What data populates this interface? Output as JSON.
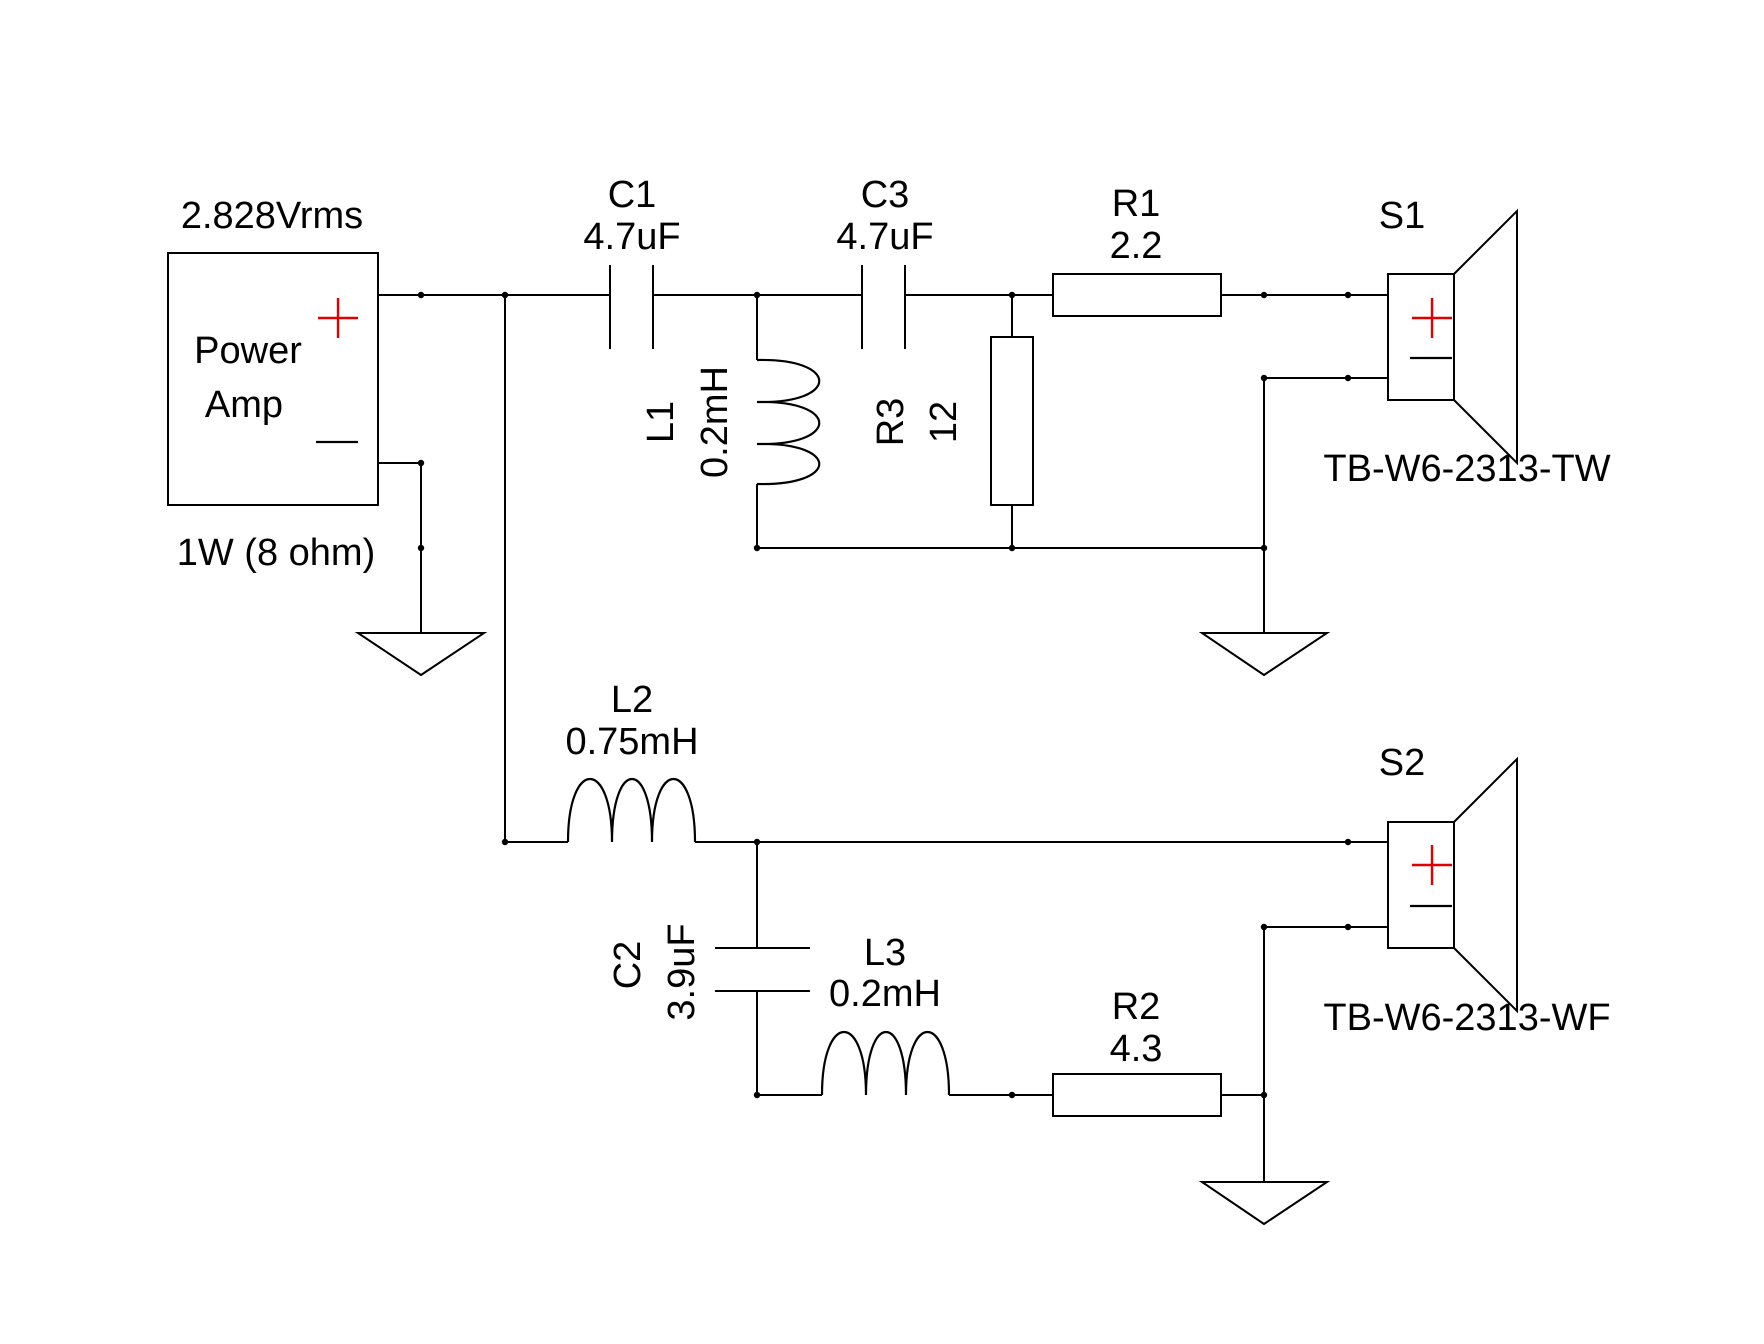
{
  "source": {
    "voltage": "2.828Vrms",
    "name_line1": "Power",
    "name_line2": "Amp",
    "rating": "1W (8 ohm)"
  },
  "components": {
    "C1": {
      "ref": "C1",
      "value": "4.7uF"
    },
    "C3": {
      "ref": "C3",
      "value": "4.7uF"
    },
    "R1": {
      "ref": "R1",
      "value": "2.2"
    },
    "L1": {
      "ref": "L1",
      "value": "0.2mH"
    },
    "R3": {
      "ref": "R3",
      "value": "12"
    },
    "L2": {
      "ref": "L2",
      "value": "0.75mH"
    },
    "C2": {
      "ref": "C2",
      "value": "3.9uF"
    },
    "L3": {
      "ref": "L3",
      "value": "0.2mH"
    },
    "R2": {
      "ref": "R2",
      "value": "4.3"
    }
  },
  "speakers": {
    "S1": {
      "ref": "S1",
      "model": "TB-W6-2313-TW"
    },
    "S2": {
      "ref": "S2",
      "model": "TB-W6-2313-WF"
    }
  },
  "colors": {
    "wire": "#000000",
    "polarity_plus": "#e00000",
    "background": "#ffffff"
  }
}
